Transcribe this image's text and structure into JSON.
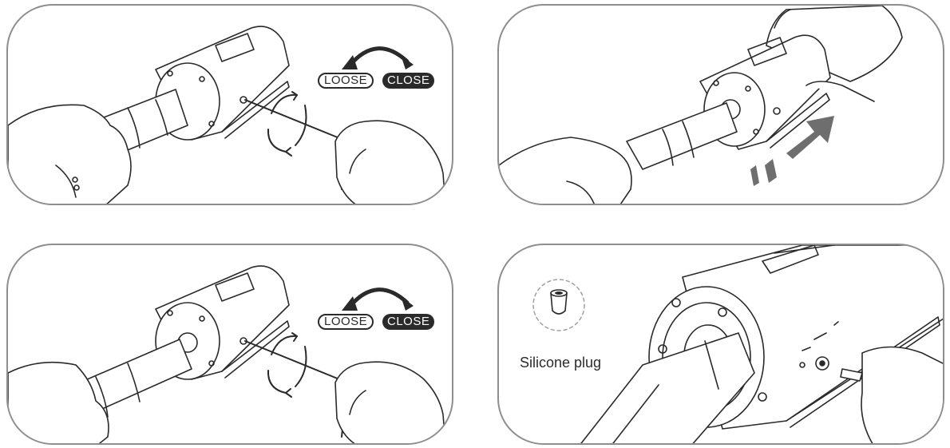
{
  "panels": [
    {
      "id": "step-1",
      "loose_label": "LOOSE",
      "close_label": "CLOSE"
    },
    {
      "id": "step-2"
    },
    {
      "id": "step-3",
      "loose_label": "LOOSE",
      "close_label": "CLOSE"
    },
    {
      "id": "step-4",
      "plug_label": "Silicone plug"
    }
  ],
  "colors": {
    "ink": "#2a2a2a",
    "border": "#8e8e8e",
    "arrow_gray": "#6e6e6e"
  }
}
